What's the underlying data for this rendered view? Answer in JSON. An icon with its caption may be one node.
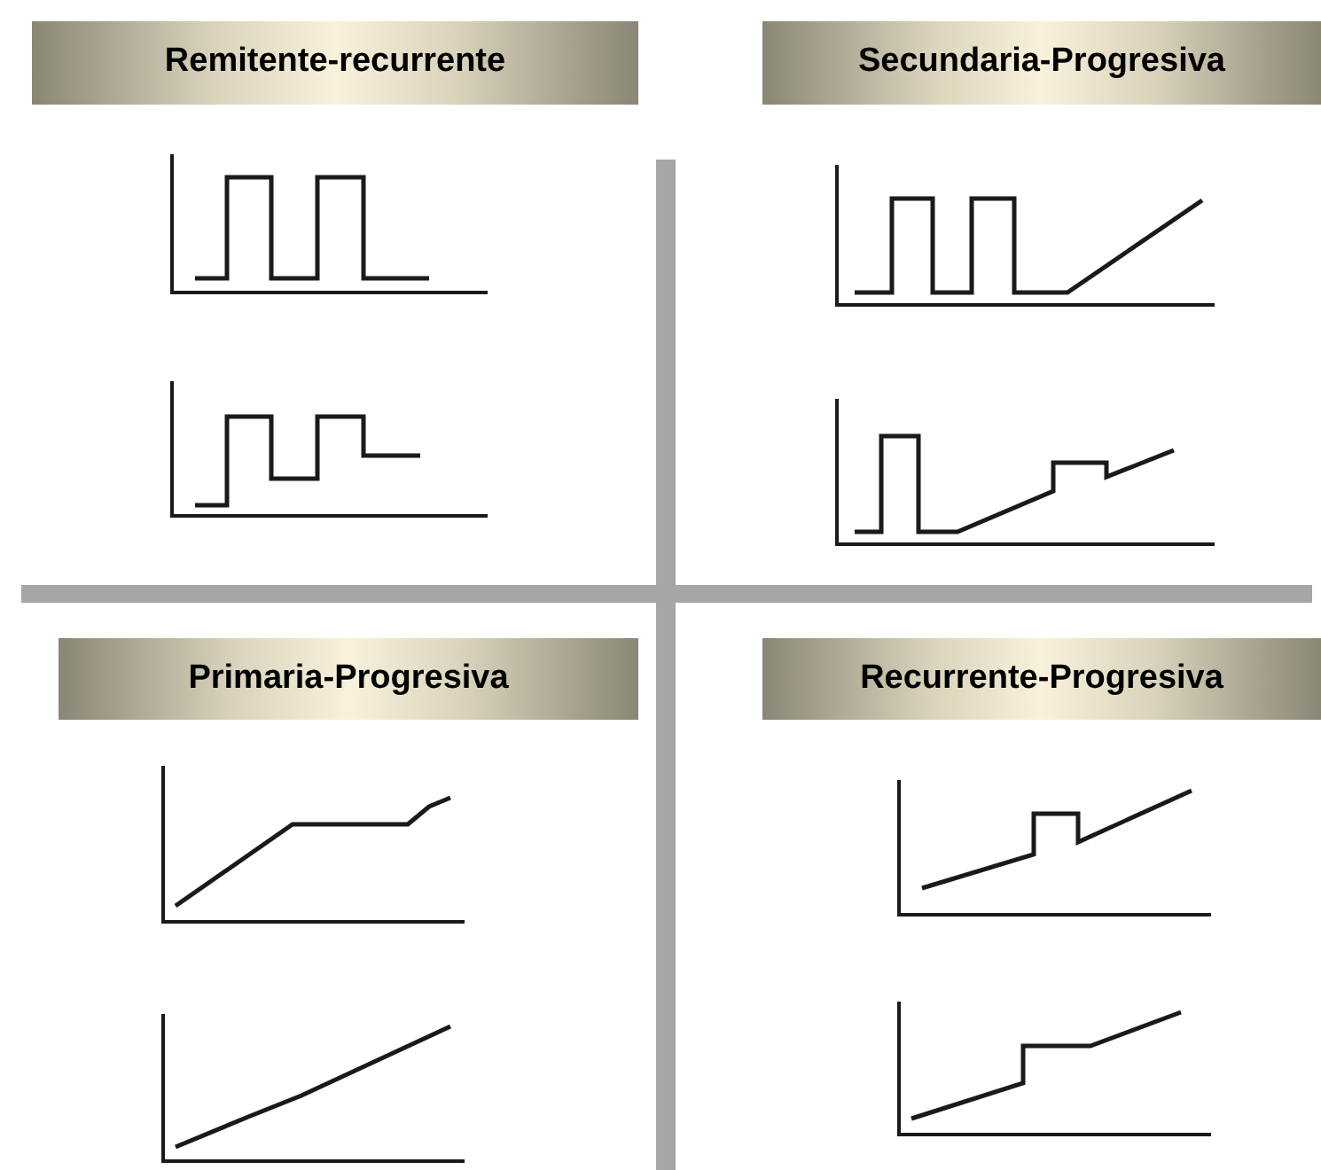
{
  "diagram": {
    "nodes": [
      {
        "text": [
          "Remitente-recurrente"
        ]
      },
      {
        "text": [
          "Secundaria-Progresiva"
        ]
      },
      {
        "text": [
          "Primaria-Progresiva"
        ]
      },
      {
        "text": [
          "Recurrente-Progresiva"
        ]
      }
    ]
  }
}
